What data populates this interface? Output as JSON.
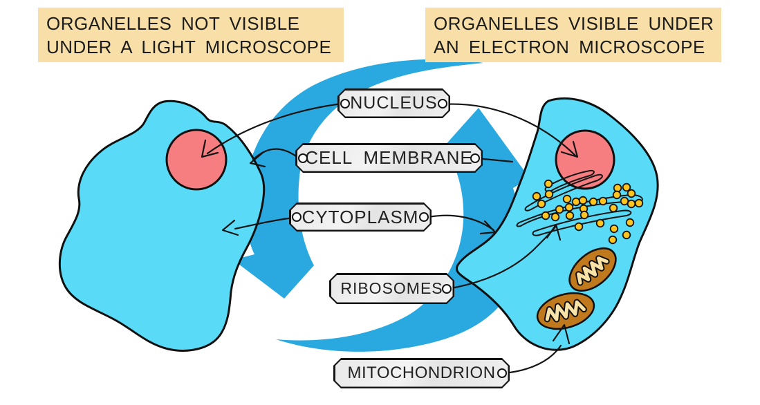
{
  "diagram": {
    "header_left": {
      "line1": "ORGANELLES NOT VISIBLE",
      "line2": "UNDER A LIGHT MICROSCOPE"
    },
    "header_right": {
      "line1": "ORGANELLES VISIBLE UNDER",
      "line2": "AN ELECTRON MICROSCOPE"
    },
    "labels": {
      "nucleus": "NUCLEUS",
      "cell_membrane": "CELL MEMBRANE",
      "cytoplasm": "CYTOPLASM",
      "ribosomes": "RIBOSOMES",
      "mitochondrion": "MITOCHONDRION"
    },
    "colors": {
      "background": "#FFFFFF",
      "header_box": "#F8DFA8",
      "label_box": "#EBEBEB",
      "label_border": "#141414",
      "cycle_arrow": "#2AA9E1",
      "cell_body": "#59DBF7",
      "cell_outline": "#101010",
      "nucleus": "#F67E81",
      "mitochondrion_body": "#C1791D",
      "mitochondrion_cristae": "#F8E2A6",
      "ribosome_dot": "#FFC41F",
      "connector_line": "#141414"
    }
  }
}
